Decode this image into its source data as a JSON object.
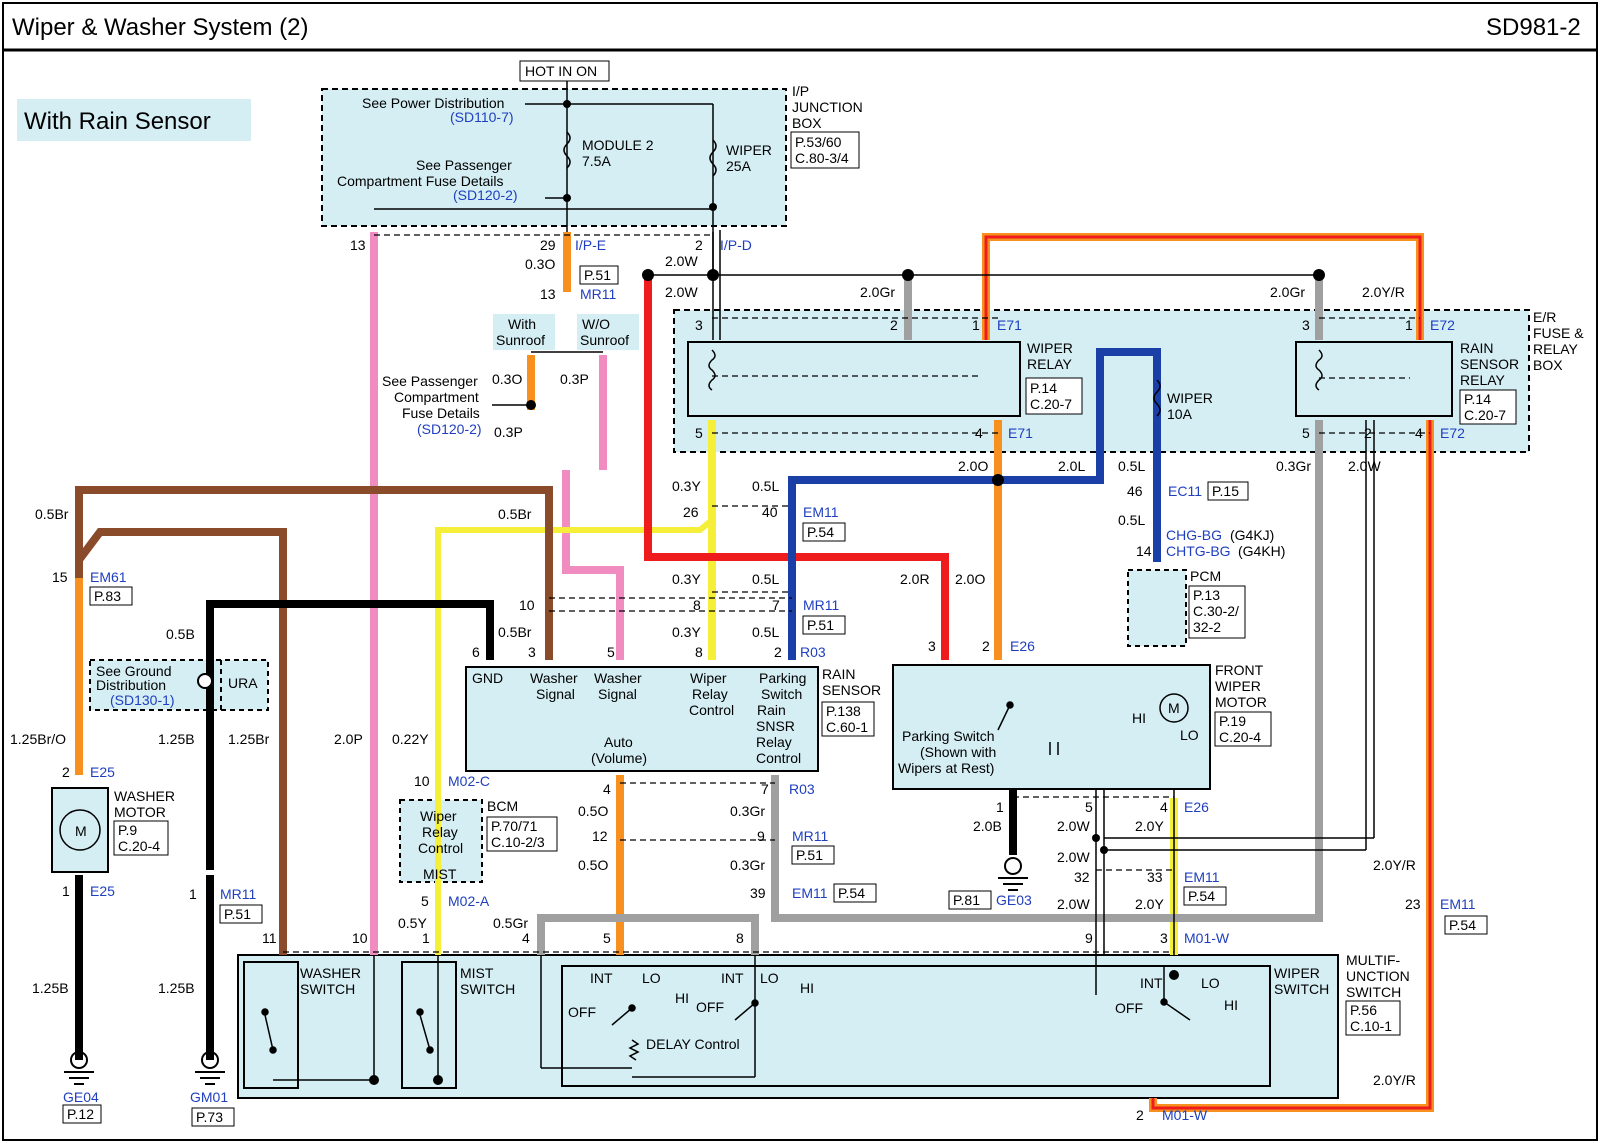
{
  "header": {
    "title": "Wiper & Washer System (2)",
    "code": "SD981-2"
  },
  "variant_label": "With Rain Sensor",
  "hot_label": "HOT IN ON",
  "ip_box": {
    "name": [
      "I/P",
      "JUNCTION",
      "BOX"
    ],
    "refs": [
      "P.53/60",
      "C.80-3/4"
    ],
    "power_ref": "See Power Distribution",
    "power_link": "(SD110-7)",
    "fuse_ref": [
      "See Passenger",
      "Compartment Fuse Details"
    ],
    "fuse_link": "(SD120-2)",
    "fuse1": [
      "MODULE 2",
      "7.5A"
    ],
    "fuse2": [
      "WIPER",
      "25A"
    ]
  },
  "er_box": {
    "name": [
      "E/R",
      "FUSE &",
      "RELAY",
      "BOX"
    ],
    "fuse": [
      "WIPER",
      "10A"
    ]
  },
  "wiper_relay": {
    "name": [
      "WIPER",
      "RELAY"
    ],
    "refs": [
      "P.14",
      "C.20-7"
    ]
  },
  "rain_relay": {
    "name": [
      "RAIN",
      "SENSOR",
      "RELAY"
    ],
    "refs": [
      "P.14",
      "C.20-7"
    ]
  },
  "sunroof": {
    "with": [
      "With",
      "Sunroof"
    ],
    "without": [
      "W/O",
      "Sunroof"
    ],
    "fuse_ref": [
      "See Passenger",
      "Compartment",
      "Fuse Details"
    ],
    "fuse_link": "(SD120-2)"
  },
  "pcm": {
    "name": "PCM",
    "refs": [
      "P.13",
      "C.30-2/",
      "32-2"
    ],
    "conn1": "CHG-BG",
    "conn1_engine": "(G4KJ)",
    "conn2": "CHTG-BG",
    "conn2_engine": "(G4KH)"
  },
  "rain_sensor": {
    "name": [
      "RAIN",
      "SENSOR"
    ],
    "refs": [
      "P.138",
      "C.60-1"
    ],
    "pins": {
      "gnd": "GND",
      "washer1": [
        "Washer",
        "Signal"
      ],
      "washer2": [
        "Washer",
        "Signal"
      ],
      "relay": [
        "Wiper",
        "Relay",
        "Control"
      ],
      "parking": [
        "Parking",
        "Switch"
      ],
      "rain": [
        "Rain",
        "SNSR",
        "Relay",
        "Control"
      ],
      "auto": [
        "Auto",
        "(Volume)"
      ]
    }
  },
  "front_motor": {
    "name": [
      "FRONT",
      "WIPER",
      "MOTOR"
    ],
    "refs": [
      "P.19",
      "C.20-4"
    ],
    "parking": [
      "Parking Switch",
      "(Shown with",
      "Wipers at Rest)"
    ],
    "hi": "HI",
    "lo": "LO",
    "m": "M"
  },
  "washer_motor": {
    "name": [
      "WASHER",
      "MOTOR"
    ],
    "refs": [
      "P.9",
      "C.20-4"
    ],
    "m": "M"
  },
  "ground_dist": {
    "text": [
      "See Ground",
      "Distribution"
    ],
    "link": "(SD130-1)",
    "ura": "URA"
  },
  "bcm": {
    "name": "BCM",
    "refs": [
      "P.70/71",
      "C.10-2/3"
    ],
    "ctrl": [
      "Wiper",
      "Relay",
      "Control"
    ],
    "mist": "MIST"
  },
  "multifunction": {
    "name": [
      "MULTIF-",
      "UNCTION",
      "SWITCH"
    ],
    "refs": [
      "P.56",
      "C.10-1"
    ],
    "washer": [
      "WASHER",
      "SWITCH"
    ],
    "mist": [
      "MIST",
      "SWITCH"
    ],
    "wiper": [
      "WIPER",
      "SWITCH"
    ],
    "int": "INT",
    "lo": "LO",
    "hi": "HI",
    "off": "OFF",
    "delay": "DELAY Control"
  },
  "connectors": {
    "ipe": "I/P-E",
    "ipd": "I/P-D",
    "mr11": "MR11",
    "e71": "E71",
    "e72": "E72",
    "em11": "EM11",
    "ec11": "EC11",
    "r03": "R03",
    "e26": "E26",
    "em61": "EM61",
    "e25": "E25",
    "m02c": "M02-C",
    "m02a": "M02-A",
    "m01w": "M01-W"
  },
  "grounds": {
    "ge04": "GE04",
    "gm01": "GM01",
    "ge03": "GE03"
  },
  "page_refs": {
    "p51": "P.51",
    "p54": "P.54",
    "p15": "P.15",
    "p83": "P.83",
    "p12": "P.12",
    "p73": "P.73",
    "p81": "P.81"
  },
  "wire_labels": {
    "w_03O": "0.3O",
    "w_20W": "2.0W",
    "w_20Gr": "2.0Gr",
    "w_20YR": "2.0Y/R",
    "w_03P": "0.3P",
    "w_03Y": "0.3Y",
    "w_05L": "0.5L",
    "w_20O": "2.0O",
    "w_20L": "2.0L",
    "w_05Br": "0.5Br",
    "w_03Gr": "0.3Gr",
    "w_20R": "2.0R",
    "w_05B": "0.5B",
    "w_125BrO": "1.25Br/O",
    "w_125B": "1.25B",
    "w_125Br": "1.25Br",
    "w_20P": "2.0P",
    "w_022Y": "0.22Y",
    "w_05O": "0.5O",
    "w_05Y": "0.5Y",
    "w_05Gr": "0.5Gr",
    "w_20B": "2.0B",
    "w_20Y": "2.0Y"
  },
  "pins": {
    "p13": "13",
    "p29": "29",
    "p2": "2",
    "p3": "3",
    "p1": "1",
    "p5": "5",
    "p4": "4",
    "p26": "26",
    "p40": "40",
    "p10": "10",
    "p8": "8",
    "p7": "7",
    "p6": "6",
    "p46": "46",
    "p14": "14",
    "p15": "15",
    "p9": "9",
    "p12": "12",
    "p39": "39",
    "p11": "11",
    "p32": "32",
    "p33": "33",
    "p23": "23"
  },
  "colors": {
    "orange": "#f7901e",
    "pink": "#f08cc0",
    "yellow": "#f6ef3a",
    "brown": "#8a4b2a",
    "red": "#ee1c1c",
    "blue": "#1a3fa6",
    "gray": "#a0a0a0",
    "fill": "#d4eef4"
  }
}
